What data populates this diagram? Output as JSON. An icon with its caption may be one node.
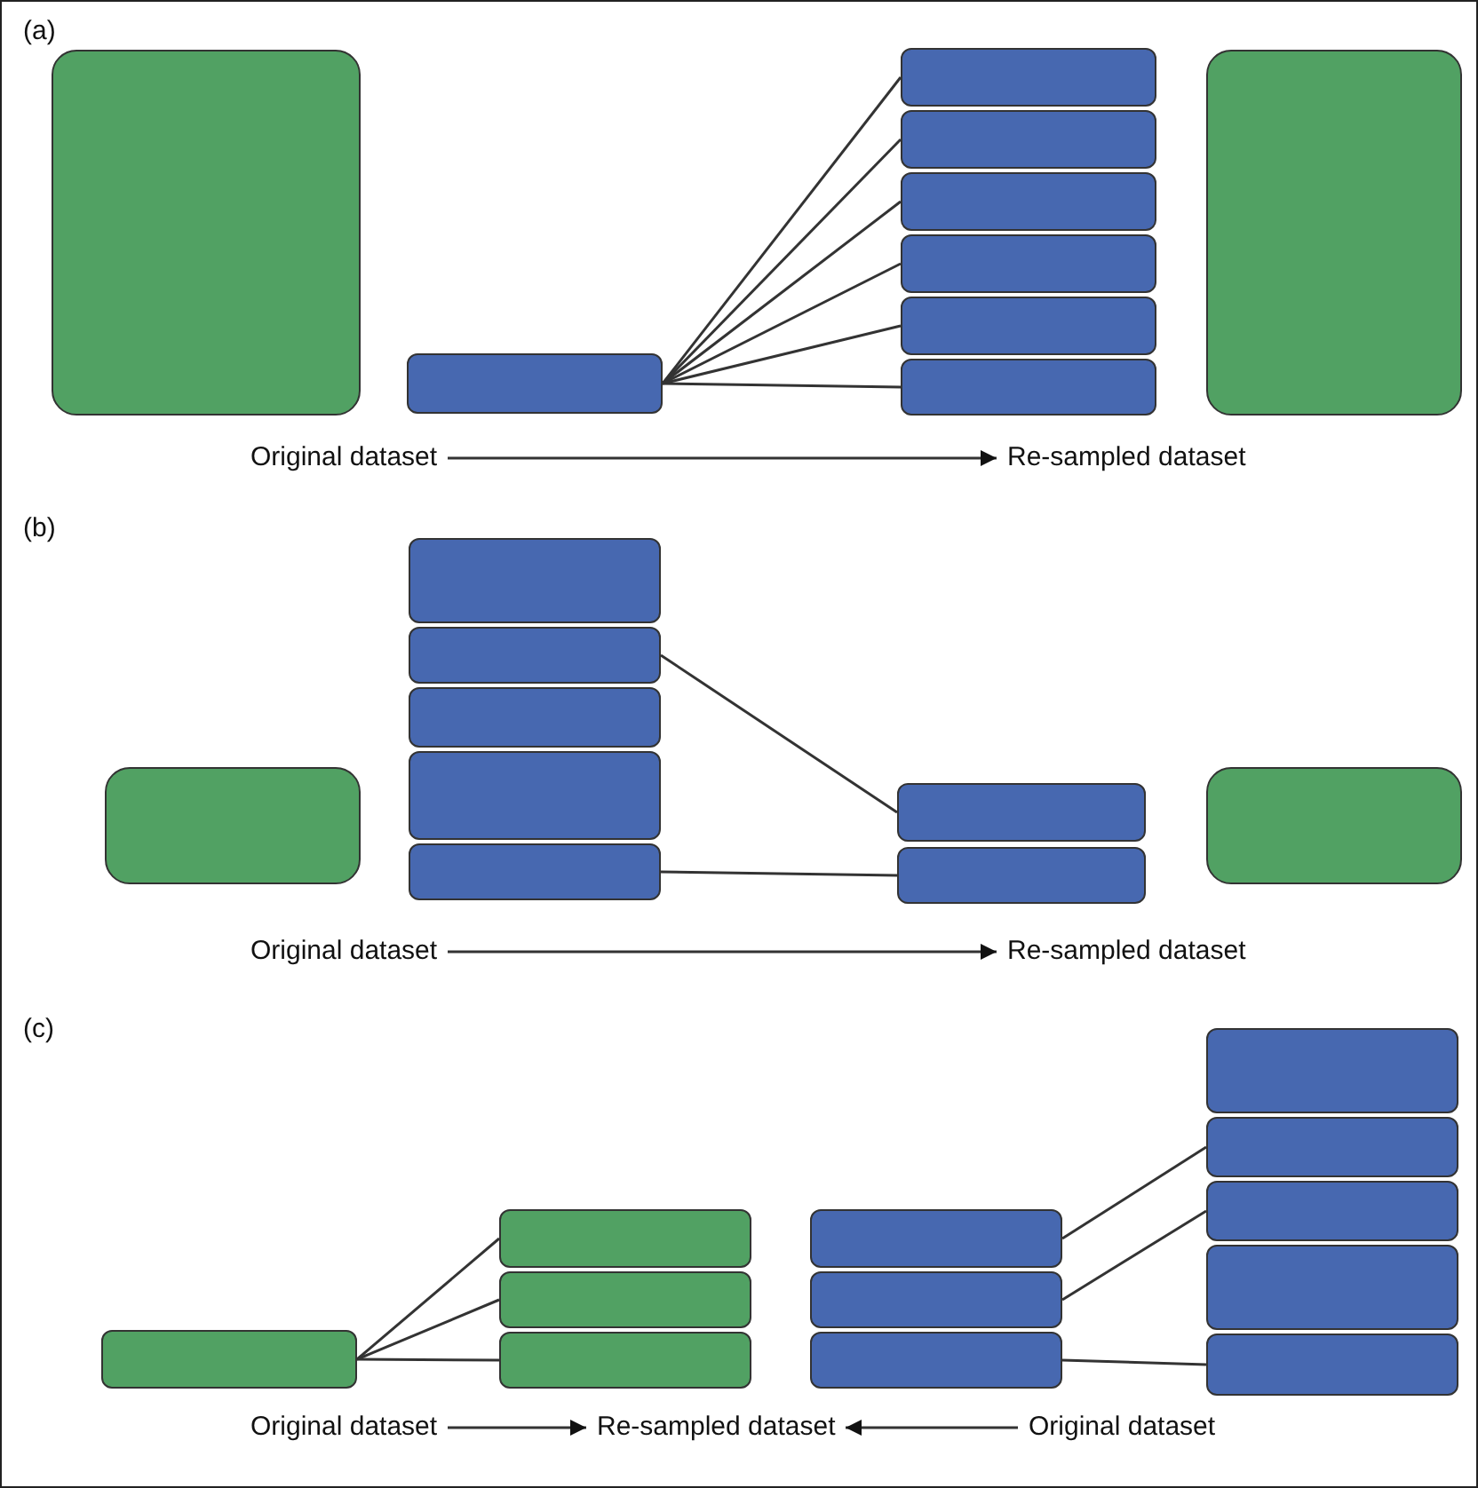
{
  "diagram": {
    "nodes": [
      {
        "text": [],
        "shape": "box"
      },
      {
        "text": [],
        "shape": "bar"
      },
      {
        "text": [],
        "shape": "bar"
      },
      {
        "text": [],
        "shape": "bar"
      },
      {
        "text": [],
        "shape": "bar"
      },
      {
        "text": [],
        "shape": "bar"
      },
      {
        "text": [],
        "shape": "bar"
      },
      {
        "text": [],
        "shape": "bar"
      },
      {
        "text": [],
        "shape": "box"
      },
      {
        "text": [
          "Original dataset"
        ]
      },
      {
        "text": [
          "Re-sampled dataset"
        ]
      },
      {
        "text": [],
        "shape": "box"
      },
      {
        "text": [],
        "shape": "bar"
      },
      {
        "text": [],
        "shape": "bar"
      },
      {
        "text": [],
        "shape": "bar"
      },
      {
        "text": [],
        "shape": "bar"
      },
      {
        "text": [],
        "shape": "bar"
      },
      {
        "text": [],
        "shape": "bar"
      },
      {
        "text": [],
        "shape": "bar"
      },
      {
        "text": [],
        "shape": "box"
      },
      {
        "text": [
          "Original dataset"
        ]
      },
      {
        "text": [
          "Re-sampled dataset"
        ]
      },
      {
        "text": [],
        "shape": "bar"
      },
      {
        "text": [],
        "shape": "bar"
      },
      {
        "text": [],
        "shape": "bar"
      },
      {
        "text": [],
        "shape": "bar"
      },
      {
        "text": [],
        "shape": "bar"
      },
      {
        "text": [],
        "shape": "bar"
      },
      {
        "text": [],
        "shape": "bar"
      },
      {
        "text": [],
        "shape": "bar"
      },
      {
        "text": [],
        "shape": "bar"
      },
      {
        "text": [],
        "shape": "bar"
      },
      {
        "text": [],
        "shape": "bar"
      },
      {
        "text": [],
        "shape": "bar"
      },
      {
        "text": [
          "Original dataset"
        ]
      },
      {
        "text": [
          "Re-sampled dataset"
        ]
      },
      {
        "text": [
          "Original dataset"
        ]
      }
    ],
    "edges": [
      {
        "from": 1,
        "to": 2,
        "arrow": "none"
      },
      {
        "from": 1,
        "to": 3,
        "arrow": "none"
      },
      {
        "from": 1,
        "to": 4,
        "arrow": "none"
      },
      {
        "from": 1,
        "to": 5,
        "arrow": "none"
      },
      {
        "from": 1,
        "to": 6,
        "arrow": "none"
      },
      {
        "from": 1,
        "to": 7,
        "arrow": "none"
      },
      {
        "from": 9,
        "to": 10,
        "arrow": "to"
      },
      {
        "from": 13,
        "to": 17,
        "arrow": "none"
      },
      {
        "from": 16,
        "to": 18,
        "arrow": "none"
      },
      {
        "from": 20,
        "to": 21,
        "arrow": "to"
      },
      {
        "from": 22,
        "to": 23,
        "arrow": "none"
      },
      {
        "from": 22,
        "to": 24,
        "arrow": "none"
      },
      {
        "from": 22,
        "to": 25,
        "arrow": "none"
      },
      {
        "from": 26,
        "to": 30,
        "arrow": "none"
      },
      {
        "from": 27,
        "to": 31,
        "arrow": "none"
      },
      {
        "from": 28,
        "to": 33,
        "arrow": "none"
      },
      {
        "from": 34,
        "to": 35,
        "arrow": "to"
      },
      {
        "from": 36,
        "to": 35,
        "arrow": "to"
      }
    ],
    "labels": [
      "(a)",
      "(b)",
      "(c)"
    ]
  }
}
